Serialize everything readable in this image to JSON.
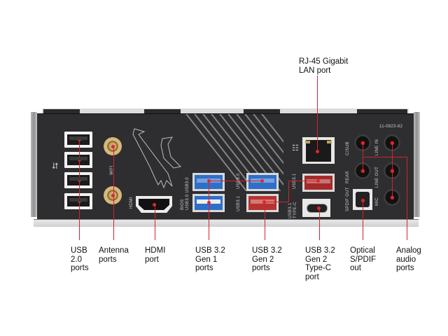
{
  "diagram": {
    "subject": "Motherboard rear I/O panel",
    "accent_color": "#d2232a",
    "panel_color": "#2e2e30",
    "silkscreen": {
      "model_code": "11-0823-82",
      "wifi": "WIFI",
      "hdmi": "HDMI",
      "bios_usb": "BIOS\nUSB3.0 USB3.0",
      "usb30": "USB3.0",
      "usb31_top": "USB3.1",
      "usb31_left": "USB3.1",
      "usb31_typec": "USB3.1\nTYPE-C",
      "csub": "C/SUB",
      "rear": "REAR",
      "spdif_out": "SPDIF OUT",
      "line_in": "LINE IN",
      "line_out": "LINE OUT",
      "mic": "MIC"
    },
    "callouts": [
      {
        "id": "usb20",
        "label": "USB\n2.0\nports"
      },
      {
        "id": "antenna",
        "label": "Antenna\nports"
      },
      {
        "id": "hdmi",
        "label": "HDMI\nport"
      },
      {
        "id": "usb32g1",
        "label": "USB 3.2\nGen 1\nports"
      },
      {
        "id": "usb32g2",
        "label": "USB 3.2\nGen 2\nports"
      },
      {
        "id": "usb32g2c",
        "label": "USB 3.2\nGen 2\nType-C\nport"
      },
      {
        "id": "spdif",
        "label": "Optical\nS/PDIF\nout"
      },
      {
        "id": "audio",
        "label": "Analog\naudio\nports"
      },
      {
        "id": "lan",
        "label": "RJ-45 Gigabit\nLAN port"
      }
    ]
  }
}
